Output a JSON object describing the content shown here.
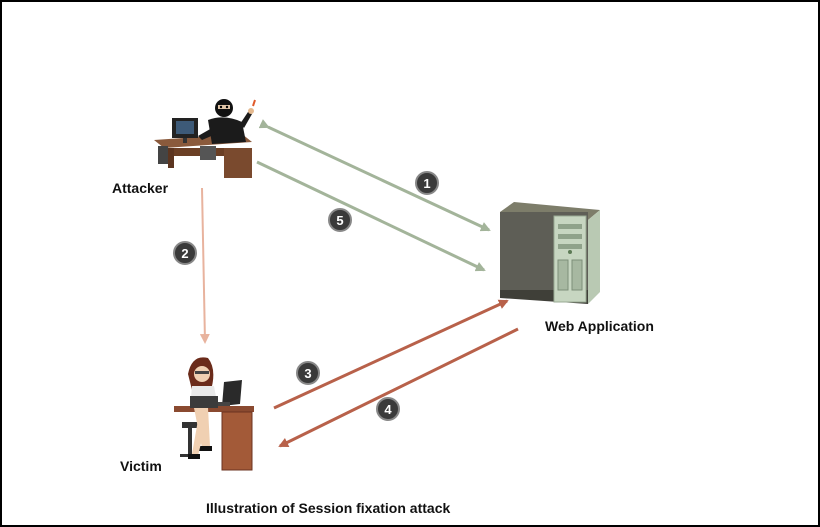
{
  "nodes": {
    "attacker": "Attacker",
    "web_application": "Web Application",
    "victim": "Victim"
  },
  "steps": [
    "1",
    "2",
    "3",
    "4",
    "5"
  ],
  "caption": "Illustration of Session fixation attack",
  "colors": {
    "attacker_arrows": "#a3b49a",
    "attacker_to_victim_arrow": "#e8b39e",
    "victim_arrows": "#b8614a",
    "step_badge": "#3a3a3a"
  }
}
